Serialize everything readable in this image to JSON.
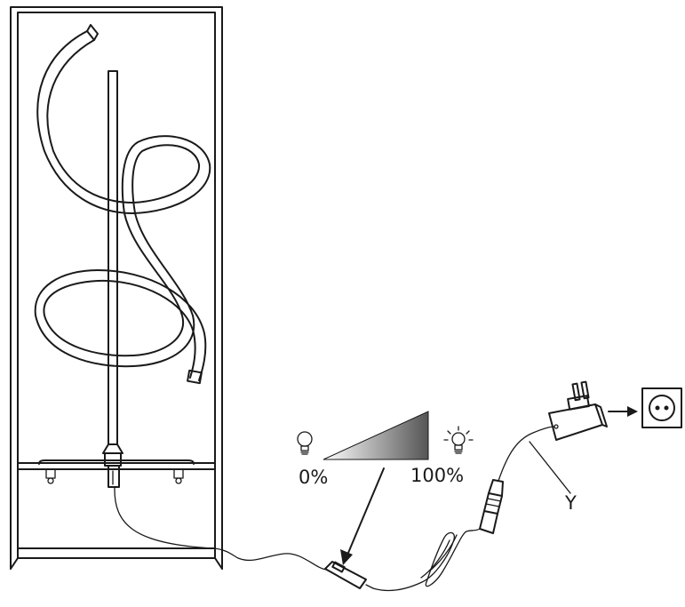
{
  "labels": {
    "min_brightness": "0%",
    "max_brightness": "100%",
    "adapter": "Y"
  },
  "colors": {
    "line": "#1a1a1a",
    "gradient_light": "#ffffff",
    "gradient_dark": "#555555"
  }
}
